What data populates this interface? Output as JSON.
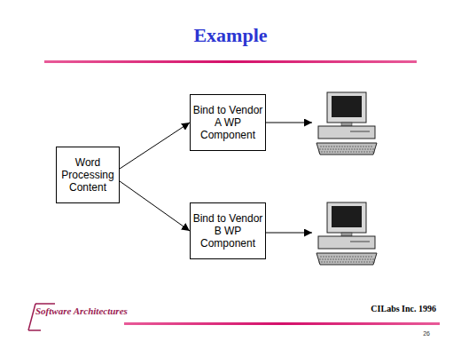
{
  "diagram": {
    "title": "Example",
    "nodes": [
      {
        "text": [
          "Word Processing Content"
        ]
      },
      {
        "text": [
          "Bind to Vendor A WP Component"
        ]
      },
      {
        "text": [
          "Bind to Vendor B WP Component"
        ]
      }
    ],
    "edges": [
      {
        "from": 0,
        "to": 1,
        "arrow": "to"
      },
      {
        "from": 0,
        "to": 2,
        "arrow": "to"
      }
    ],
    "labels": [
      "Software Architectures",
      "CILabs Inc. 1996",
      "26"
    ]
  }
}
